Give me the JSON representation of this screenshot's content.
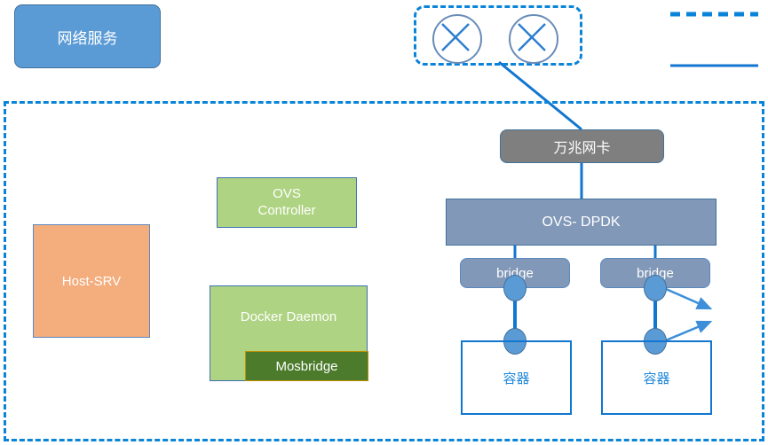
{
  "diagram": {
    "title_box": {
      "label": "网络服务"
    },
    "switch_group": {
      "icons": [
        {
          "name": "switch-cross-icon-1"
        },
        {
          "name": "switch-cross-icon-2"
        }
      ]
    },
    "host_zone": {
      "host_srv": {
        "label": "Host-SRV"
      },
      "ovs_controller": {
        "label": "OVS\nController",
        "line1": "OVS",
        "line2": "Controller"
      },
      "docker_daemon": {
        "label": "Docker Daemon"
      },
      "mosbridge": {
        "label": "Mosbridge"
      },
      "nic": {
        "label": "万兆网卡"
      },
      "ovs_dpdk": {
        "label": "OVS- DPDK"
      },
      "bridges": [
        {
          "label": "bridge"
        },
        {
          "label": "bridge"
        }
      ],
      "containers": [
        {
          "label": "容器"
        },
        {
          "label": "容器"
        }
      ]
    },
    "legend": {
      "dashed_entry": {
        "label": ""
      },
      "solid_entry": {
        "label": ""
      }
    },
    "colors": {
      "brand_blue": "#5B9BD5",
      "dashed_border": "#0A84D8",
      "orange": "#F4AD7D",
      "green": "#AED382",
      "dark_green": "#4B7B2B",
      "gray": "#7F7F7F",
      "slate_blue": "#8198B8",
      "link_blue": "#1176D0",
      "border_blue": "#41719C",
      "gold_border": "#BF8F00"
    }
  }
}
